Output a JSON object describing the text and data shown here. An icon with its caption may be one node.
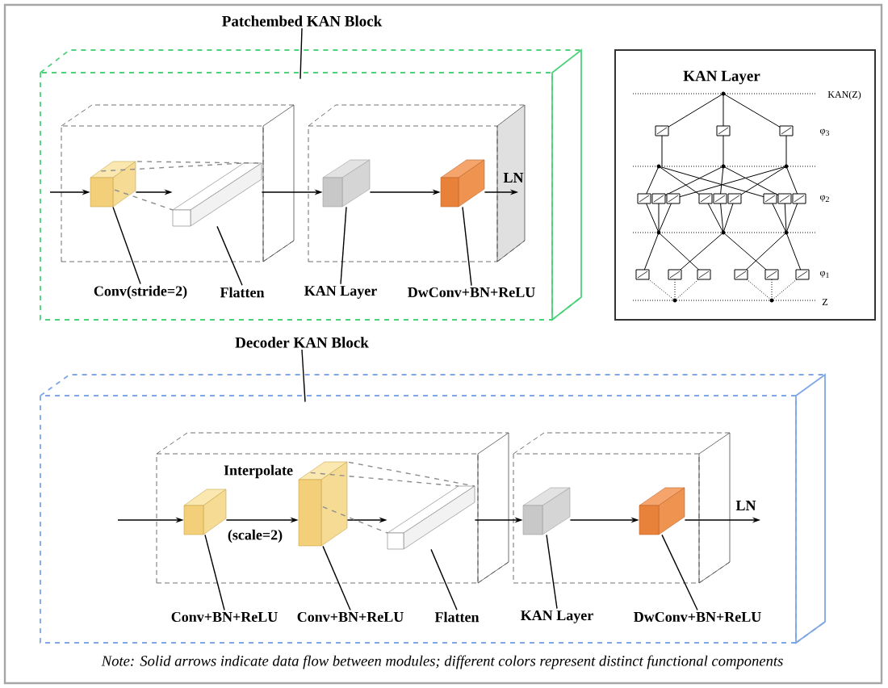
{
  "diagram": {
    "caption": "Note: Solid arrows indicate data flow between modules; different colors represent distinct functional components",
    "nodes": [
      {
        "text": [],
        "shape": "box"
      },
      {
        "text": [
          "Patchembed KAN Block"
        ]
      },
      {
        "text": [],
        "shape": "box",
        "in": 0
      },
      {
        "text": [],
        "shape": "box",
        "in": 0
      },
      {
        "text": [],
        "shape": "box",
        "in": 2
      },
      {
        "text": [],
        "shape": "box",
        "in": 2
      },
      {
        "text": [],
        "shape": "box",
        "in": 3
      },
      {
        "text": [],
        "shape": "box",
        "in": 3
      },
      {
        "text": [
          "Conv(stride=2)"
        ],
        "in": 0
      },
      {
        "text": [
          "Flatten"
        ],
        "in": 0
      },
      {
        "text": [
          "KAN Layer"
        ],
        "in": 0
      },
      {
        "text": [
          "DwConv+BN+ReLU"
        ],
        "in": 0
      },
      {
        "text": [
          "KAN Layer"
        ]
      },
      {
        "text": [],
        "shape": "box"
      },
      {
        "text": [
          "Decoder KAN Block"
        ]
      },
      {
        "text": [],
        "shape": "box",
        "in": 13
      },
      {
        "text": [],
        "shape": "box",
        "in": 13
      },
      {
        "text": [],
        "shape": "box",
        "in": 15
      },
      {
        "text": [],
        "shape": "box",
        "in": 15
      },
      {
        "text": [],
        "shape": "box",
        "in": 15
      },
      {
        "text": [],
        "shape": "box",
        "in": 16
      },
      {
        "text": [],
        "shape": "box",
        "in": 16
      },
      {
        "text": [
          "Conv+BN+ReLU"
        ],
        "in": 13
      },
      {
        "text": [
          "Conv+BN+ReLU"
        ],
        "in": 13
      },
      {
        "text": [
          "Flatten"
        ],
        "in": 13
      },
      {
        "text": [
          "KAN Layer"
        ],
        "in": 13
      },
      {
        "text": [
          "DwConv+BN+ReLU"
        ],
        "in": 13
      }
    ],
    "edges": [
      {
        "from": null,
        "to": 4,
        "arrow": "to"
      },
      {
        "from": 4,
        "to": 5,
        "arrow": "to"
      },
      {
        "from": 5,
        "to": 6,
        "arrow": "to"
      },
      {
        "from": 6,
        "to": 7,
        "arrow": "to"
      },
      {
        "from": 7,
        "to": null,
        "arrow": "to",
        "label": "LN"
      },
      {
        "from": 1,
        "to": 0,
        "arrow": "none"
      },
      {
        "from": 8,
        "to": 4,
        "arrow": "none"
      },
      {
        "from": 9,
        "to": 5,
        "arrow": "none"
      },
      {
        "from": 10,
        "to": 6,
        "arrow": "none"
      },
      {
        "from": 11,
        "to": 7,
        "arrow": "none"
      },
      {
        "from": null,
        "to": 17,
        "arrow": "to"
      },
      {
        "from": 17,
        "to": 18,
        "arrow": "to",
        "label": "(scale=2)"
      },
      {
        "from": 18,
        "to": 19,
        "arrow": "to"
      },
      {
        "from": 19,
        "to": 20,
        "arrow": "to"
      },
      {
        "from": 20,
        "to": 21,
        "arrow": "to"
      },
      {
        "from": 21,
        "to": null,
        "arrow": "to",
        "label": "LN"
      },
      {
        "from": 14,
        "to": 13,
        "arrow": "none"
      },
      {
        "from": 22,
        "to": 17,
        "arrow": "none"
      },
      {
        "from": 23,
        "to": 18,
        "arrow": "none"
      },
      {
        "from": 24,
        "to": 19,
        "arrow": "none"
      },
      {
        "from": 25,
        "to": 20,
        "arrow": "none"
      },
      {
        "from": 26,
        "to": 21,
        "arrow": "none"
      },
      {
        "from": 4,
        "to": 5,
        "arrow": "none",
        "style": "dashed",
        "color": "#8c8c8c"
      },
      {
        "from": 4,
        "to": 5,
        "arrow": "none",
        "style": "dashed",
        "color": "#8c8c8c"
      },
      {
        "from": 4,
        "to": 5,
        "arrow": "none",
        "style": "dashed",
        "color": "#8c8c8c"
      },
      {
        "from": 18,
        "to": 19,
        "arrow": "none",
        "style": "dashed",
        "color": "#8c8c8c"
      },
      {
        "from": 18,
        "to": 19,
        "arrow": "none",
        "style": "dashed",
        "color": "#8c8c8c"
      },
      {
        "from": 18,
        "to": 19,
        "arrow": "none",
        "style": "dashed",
        "color": "#8c8c8c"
      }
    ],
    "labels": [
      "KAN(Z)",
      "φ$_{3}$",
      "φ$_{2}$",
      "φ$_{1}$",
      "Z",
      "Interpolate"
    ]
  }
}
